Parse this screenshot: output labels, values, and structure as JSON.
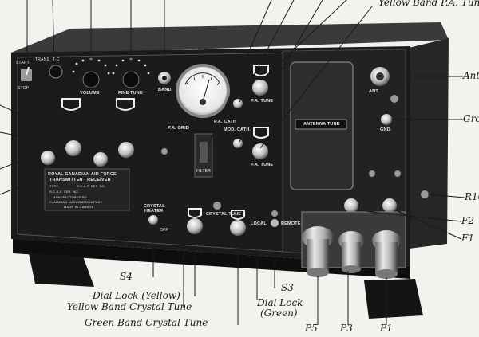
{
  "callouts": {
    "yellow_band_pa_tune": "Yellow Band P.A. Tune.",
    "ant": "Ant",
    "gro": "Gro",
    "r10": "R10",
    "f2": "F2",
    "f1": "F1",
    "s4": "S4",
    "s3": "S3",
    "dial_lock_yellow": "Dial Lock (Yellow)",
    "yellow_band_crystal_tune": "Yellow Band Crystal Tune",
    "green_band_crystal_tune": "Green Band Crystal Tune",
    "dial_lock_green_line1": "Dial Lock",
    "dial_lock_green_line2": "(Green)",
    "p5": "P5",
    "p3": "P3",
    "p1": "P1"
  },
  "panel": {
    "start": "START",
    "stop": "STOP",
    "trans": "TRANS",
    "tc": "T-C",
    "volume": "VOLUME",
    "fine_tune": "FINE TUNE",
    "band": "BAND",
    "pa_tune_upper": "P.A. TUNE",
    "pa_cath": "P.A. CATH",
    "pa_grid": "P.A. GRID",
    "mod_cath": "MOD. CATH.",
    "pa_tune_lower": "P.A. TUNE",
    "filter": "FILTER",
    "antenna_tune": "ANTENNA TUNE",
    "ant": "ANT.",
    "gnd": "GND.",
    "crystal_heater_1": "CRYSTAL",
    "crystal_heater_2": "HEATER",
    "off": "OFF",
    "crystal_tune": "CRYSTAL TUNE",
    "local": "LOCAL",
    "remote": "REMOTE"
  },
  "nameplate": {
    "line1": "ROYAL CANADIAN AIR FORCE",
    "line2": "TRANSMITTER - RECEIVER",
    "line3": "TYPE",
    "line3b": "R.C.A.F. REF. NO.",
    "line4": "R.C.A.F. SER. NO.",
    "line5": "MANUFACTURED BY",
    "line6": "CANADIAN MARCONI COMPANY",
    "line7": "MADE IN CANADA"
  }
}
